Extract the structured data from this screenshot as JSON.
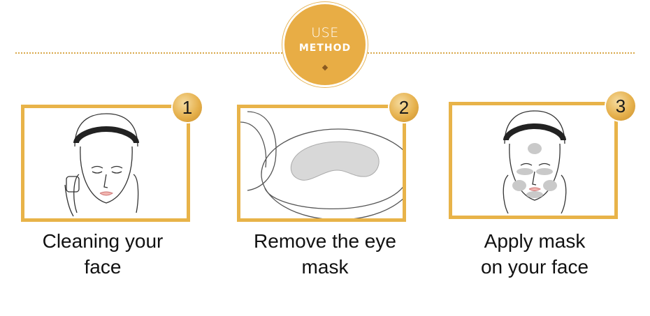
{
  "badge": {
    "top": "USE",
    "main": "METHOD"
  },
  "steps": [
    {
      "number": "1",
      "caption_line1": "Cleaning your",
      "caption_line2": "face"
    },
    {
      "number": "2",
      "caption_line1": "Remove the eye",
      "caption_line2": "mask"
    },
    {
      "number": "3",
      "caption_line1": "Apply mask",
      "caption_line2": "on your face"
    }
  ],
  "colors": {
    "accent": "#e8b349",
    "badge": "#e8ad45",
    "text": "#111111"
  }
}
